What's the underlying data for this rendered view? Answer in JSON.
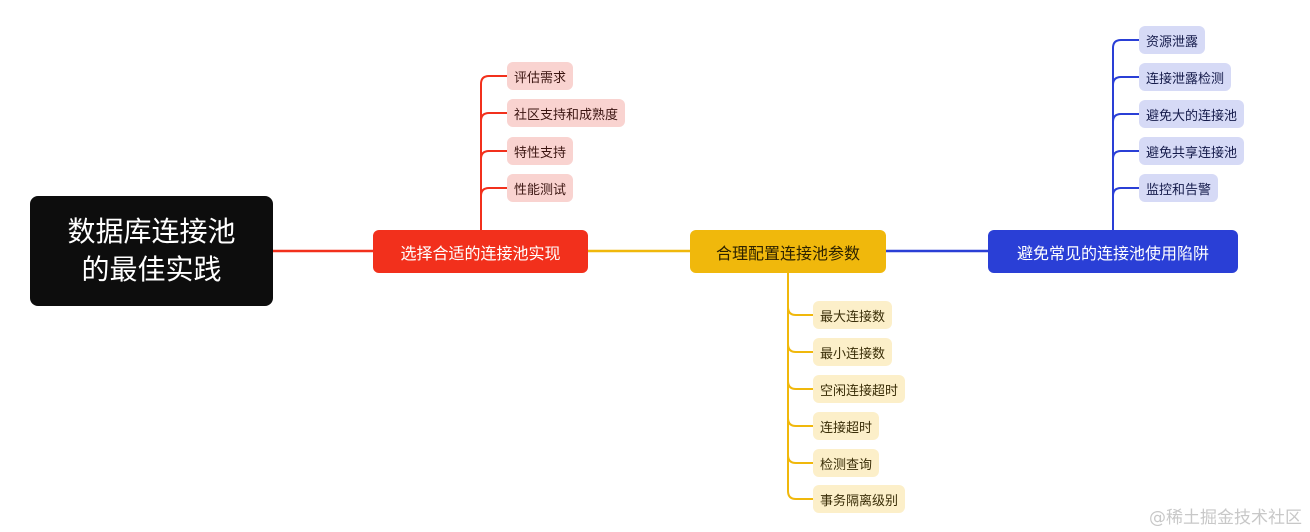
{
  "root": {
    "line1": "数据库连接池",
    "line2": "的最佳实践"
  },
  "branches": {
    "select": {
      "title": "选择合适的连接池实现",
      "color": "#f2301c",
      "items": [
        "评估需求",
        "社区支持和成熟度",
        "特性支持",
        "性能测试"
      ]
    },
    "config": {
      "title": "合理配置连接池参数",
      "color": "#f0b80c",
      "items": [
        "最大连接数",
        "最小连接数",
        "空闲连接超时",
        "连接超时",
        "检测查询",
        "事务隔离级别"
      ]
    },
    "pitfalls": {
      "title": "避免常见的连接池使用陷阱",
      "color": "#2a3fd6",
      "items": [
        "资源泄露",
        "连接泄露检测",
        "避免大的连接池",
        "避免共享连接池",
        "监控和告警"
      ]
    }
  },
  "watermark": "@稀土掘金技术社区"
}
